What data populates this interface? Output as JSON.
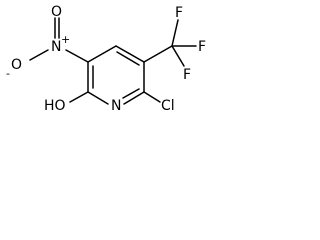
{
  "molecule": {
    "atoms": {
      "nitro_o_top": "O",
      "nitro_o_left": "O",
      "nitro_o_charge": "-",
      "nitro_n": "N",
      "nitro_n_charge": "+",
      "f_top": "F",
      "f_right": "F",
      "f_bottom": "F",
      "ring_n": "N",
      "hydroxyl": "HO",
      "chlorine": "Cl"
    }
  }
}
